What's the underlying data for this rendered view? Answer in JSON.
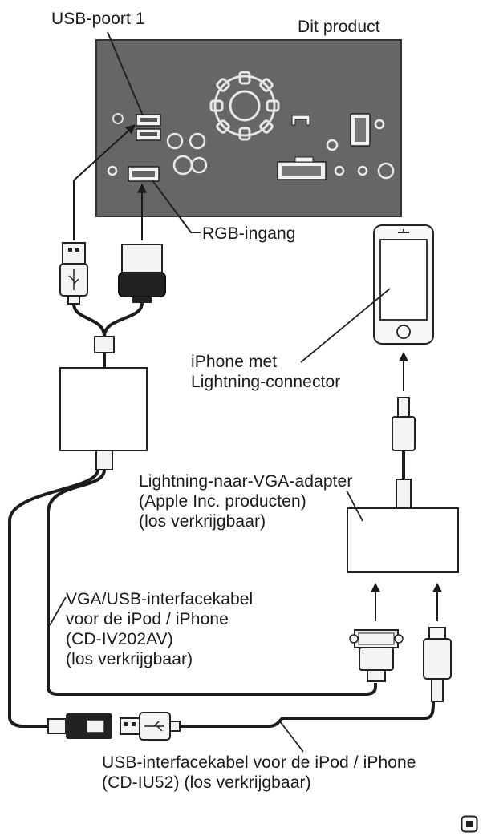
{
  "labels": {
    "usb_port": "USB-poort 1",
    "product": "Dit product",
    "rgb_input": "RGB-ingang",
    "iphone": [
      "iPhone met",
      "Lightning-connector"
    ],
    "adapter": [
      "Lightning-naar-VGA-adapter",
      "(Apple Inc. producten)",
      "(los verkrijgbaar)"
    ],
    "vga_cable": [
      "VGA/USB-interfacekabel",
      "voor de iPod / iPhone",
      "(CD-IV202AV)",
      "(los verkrijgbaar)"
    ],
    "usb_cable": [
      "USB-interfacekabel voor de iPod / iPhone",
      "(CD-IU52) (los verkrijgbaar)"
    ]
  },
  "colors": {
    "product_panel": "#646464",
    "cable": "#1c1c1c",
    "line": "#222222"
  },
  "icons": {
    "end_of_section": "end-square-icon",
    "usb_symbol": "usb-trident-icon"
  }
}
